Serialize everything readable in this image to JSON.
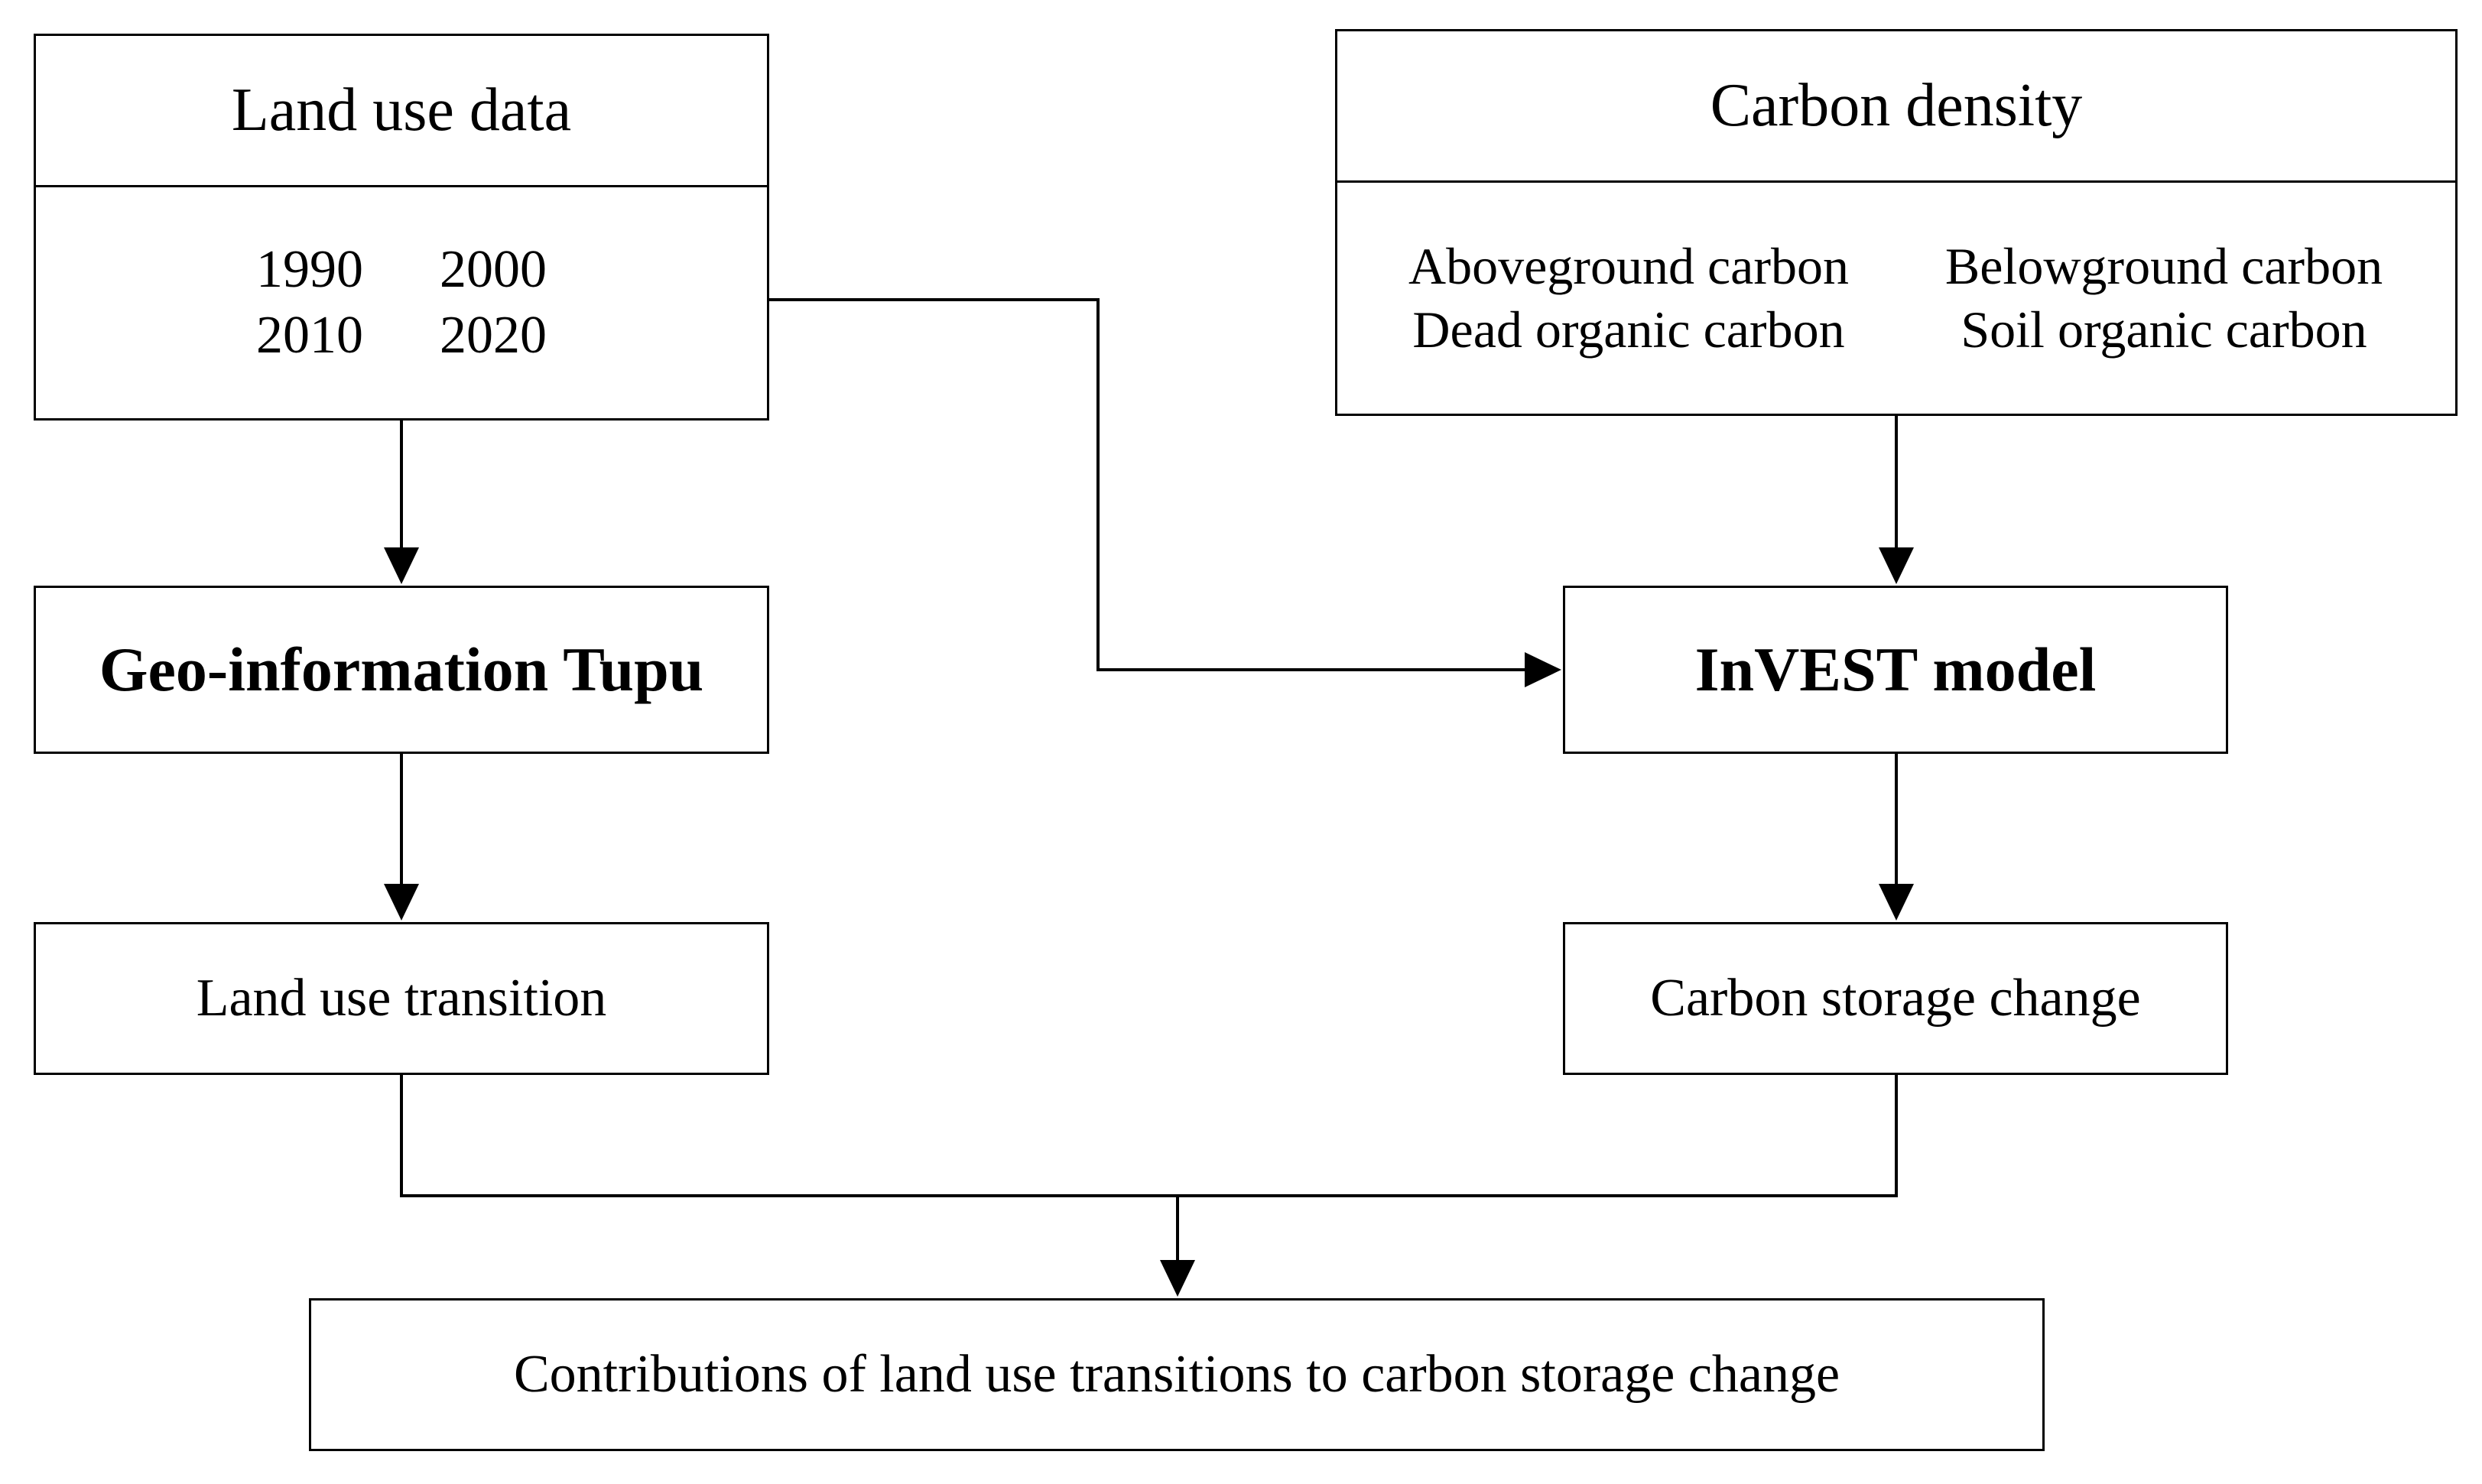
{
  "land_use": {
    "title": "Land use data",
    "years": [
      "1990",
      "2000",
      "2010",
      "2020"
    ]
  },
  "carbon_density": {
    "title": "Carbon density",
    "pools": [
      "Aboveground carbon",
      "Belowground carbon",
      "Dead organic carbon",
      "Soil organic carbon"
    ]
  },
  "tupu": {
    "label": "Geo-information Tupu"
  },
  "invest": {
    "label": "InVEST model"
  },
  "transition": {
    "label": "Land use transition"
  },
  "storage_change": {
    "label": "Carbon storage change"
  },
  "contributions": {
    "label": "Contributions of land use transitions to carbon storage change"
  }
}
